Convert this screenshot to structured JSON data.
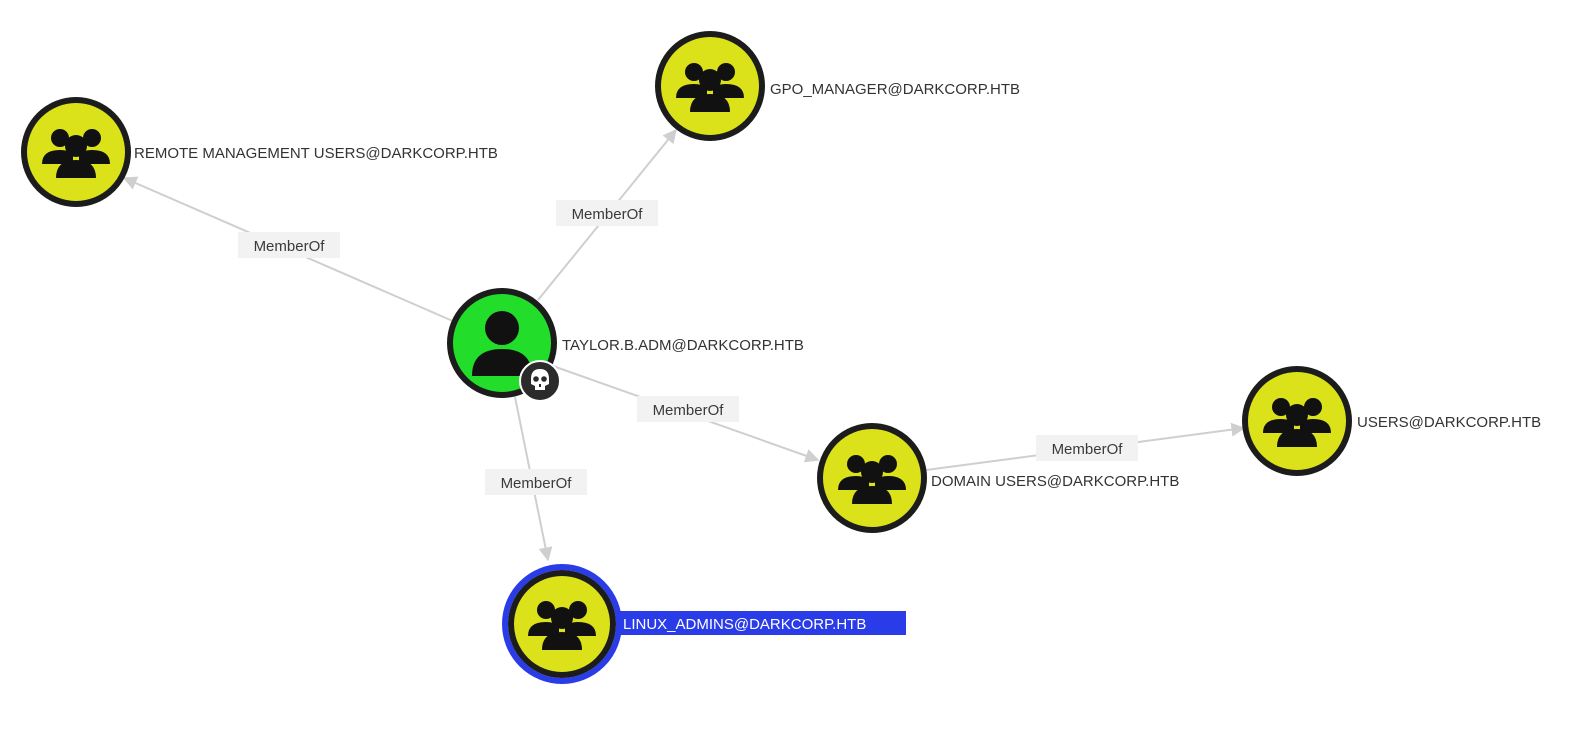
{
  "colors": {
    "group_fill": "#dce219",
    "user_fill": "#22dd2a",
    "node_ring": "#1c1c1c",
    "selected_ring": "#2a3be8",
    "selected_label_bg": "#2a3be8",
    "edge": "#cfcfcf"
  },
  "graph": {
    "nodes": [
      {
        "id": "remote_mgmt",
        "label": "REMOTE MANAGEMENT USERS@DARKCORP.HTB",
        "kind": "group",
        "icon": "group-icon"
      },
      {
        "id": "gpo_manager",
        "label": "GPO_MANAGER@DARKCORP.HTB",
        "kind": "group",
        "icon": "group-icon"
      },
      {
        "id": "taylor",
        "label": "TAYLOR.B.ADM@DARKCORP.HTB",
        "kind": "user",
        "icon": "user-icon",
        "badge": "skull-icon",
        "owned": true
      },
      {
        "id": "domain_users",
        "label": "DOMAIN USERS@DARKCORP.HTB",
        "kind": "group",
        "icon": "group-icon"
      },
      {
        "id": "users",
        "label": "USERS@DARKCORP.HTB",
        "kind": "group",
        "icon": "group-icon"
      },
      {
        "id": "linux_admins",
        "label": "LINUX_ADMINS@DARKCORP.HTB",
        "kind": "group",
        "icon": "group-icon",
        "selected": true
      }
    ],
    "edges": [
      {
        "from": "taylor",
        "to": "remote_mgmt",
        "label": "MemberOf"
      },
      {
        "from": "taylor",
        "to": "gpo_manager",
        "label": "MemberOf"
      },
      {
        "from": "taylor",
        "to": "domain_users",
        "label": "MemberOf"
      },
      {
        "from": "taylor",
        "to": "linux_admins",
        "label": "MemberOf"
      },
      {
        "from": "domain_users",
        "to": "users",
        "label": "MemberOf"
      }
    ]
  }
}
